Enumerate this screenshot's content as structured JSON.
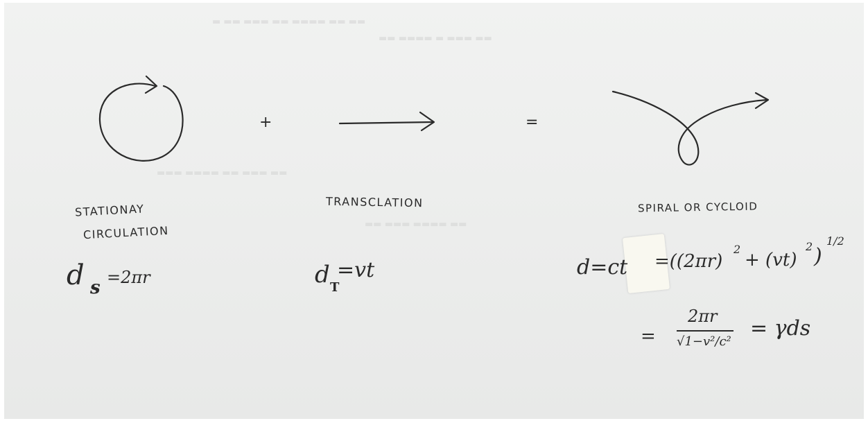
{
  "labels": {
    "plus": "+",
    "equals": "=",
    "stationary": "STATIONAY",
    "circulation": "CIRCULATION",
    "translation": "TRANSCLATION",
    "spiral": "SPIRAL OR CYCLOID"
  },
  "equations": {
    "ds_d": "d",
    "ds_sub": "s",
    "ds_rhs": "=2πr",
    "dt_d": "d",
    "dt_sub": "T",
    "dt_rhs": "=vt",
    "dct_lhs": "d=ct",
    "dct_rhs_open": "=((2πr)",
    "dct_sq1": "2",
    "dct_plus": "+ (vt)",
    "dct_sq2": "2",
    "dct_close": ")",
    "dct_half": "1/2",
    "gamma_eq": "=",
    "gamma_num": "2πr",
    "gamma_den": "√1−v²/c²",
    "gamma_rhs": "= γds"
  },
  "colors": {
    "ink": "#2a2a2a",
    "paper": "#ededec",
    "tape": "#faf9f0"
  }
}
